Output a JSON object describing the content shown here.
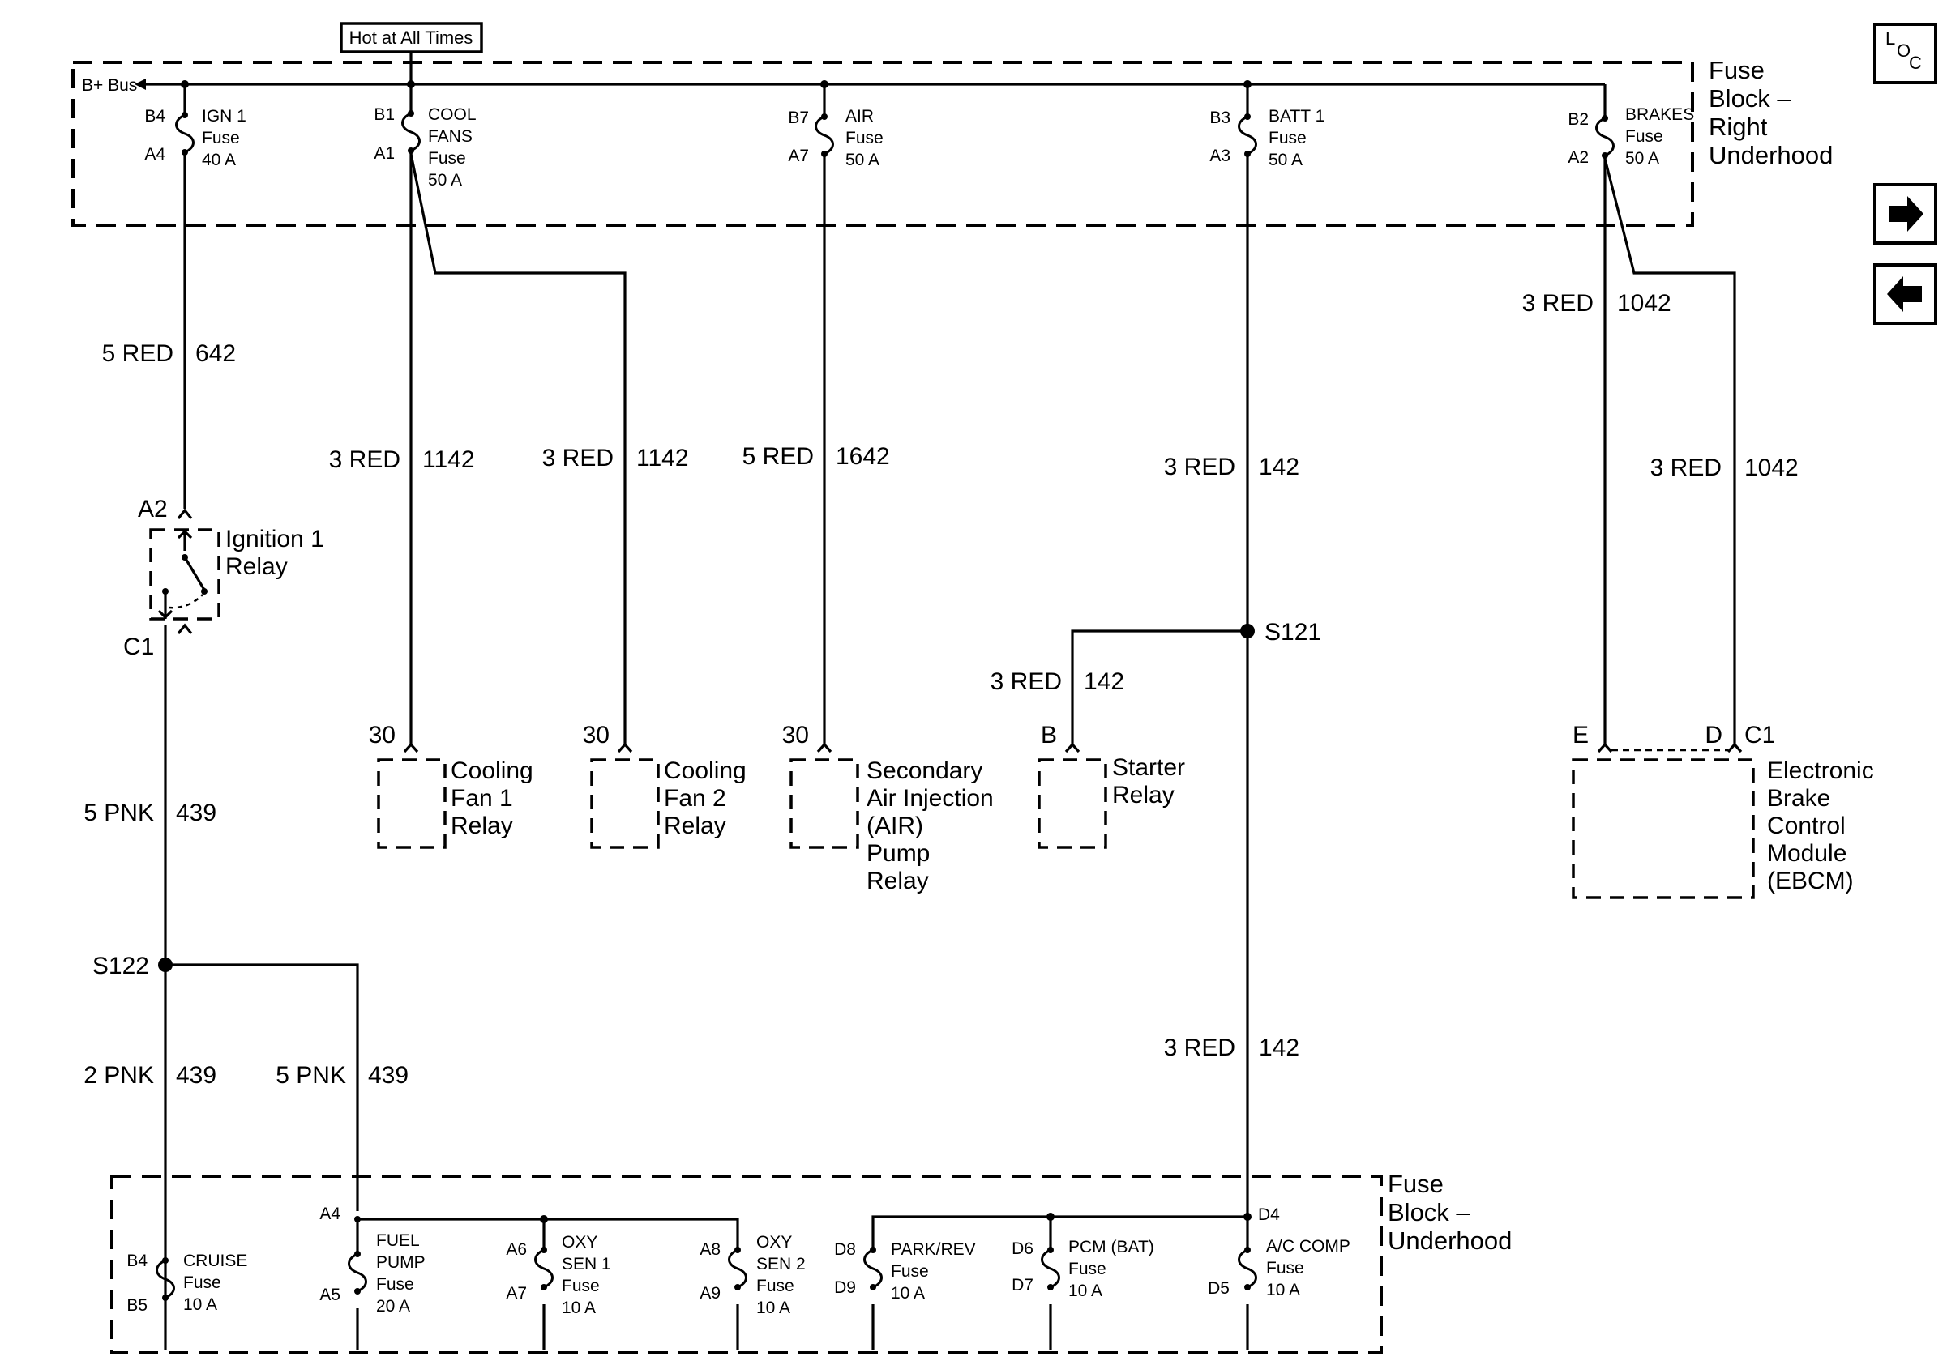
{
  "diagram": {
    "hot_label": "Hot at All Times",
    "bus_label": "B+ Bus",
    "fuse_block_right": [
      "Fuse",
      "Block –",
      "Right",
      "Underhood"
    ],
    "fuse_block_under": [
      "Fuse",
      "Block –",
      "Underhood"
    ],
    "loc_icon": {
      "l": "L",
      "o": "O",
      "c": "C"
    },
    "upper_fuses": [
      {
        "id": "ign1",
        "top_pin": "B4",
        "bottom_pin": "A4",
        "lines": [
          "IGN 1",
          "Fuse",
          "40 A"
        ]
      },
      {
        "id": "coolfans",
        "top_pin": "B1",
        "bottom_pin": "A1",
        "lines": [
          "COOL",
          "FANS",
          "Fuse",
          "50 A"
        ]
      },
      {
        "id": "air",
        "top_pin": "B7",
        "bottom_pin": "A7",
        "lines": [
          "AIR",
          "Fuse",
          "50 A"
        ]
      },
      {
        "id": "batt1",
        "top_pin": "B3",
        "bottom_pin": "A3",
        "lines": [
          "BATT 1",
          "Fuse",
          "50 A"
        ]
      },
      {
        "id": "brakes",
        "top_pin": "B2",
        "bottom_pin": "A2",
        "lines": [
          "BRAKES",
          "Fuse",
          "50 A"
        ]
      }
    ],
    "wires": {
      "w642": {
        "gauge": "5 RED",
        "circuit": "642"
      },
      "w1142a": {
        "gauge": "3 RED",
        "circuit": "1142"
      },
      "w1142b": {
        "gauge": "3 RED",
        "circuit": "1142"
      },
      "w1642": {
        "gauge": "5 RED",
        "circuit": "1642"
      },
      "w142a": {
        "gauge": "3 RED",
        "circuit": "142"
      },
      "w142b": {
        "gauge": "3 RED",
        "circuit": "142"
      },
      "w142c": {
        "gauge": "3 RED",
        "circuit": "142"
      },
      "w1042a": {
        "gauge": "3 RED",
        "circuit": "1042"
      },
      "w1042b": {
        "gauge": "3 RED",
        "circuit": "1042"
      },
      "w439a": {
        "gauge": "5 PNK",
        "circuit": "439"
      },
      "w439b": {
        "gauge": "2 PNK",
        "circuit": "439"
      },
      "w439c": {
        "gauge": "5 PNK",
        "circuit": "439"
      }
    },
    "splices": {
      "s121": "S121",
      "s122": "S122"
    },
    "ign_relay": {
      "pin_top": "A2",
      "pin_bottom": "C1",
      "lines": [
        "Ignition 1",
        "Relay"
      ]
    },
    "components": {
      "fan1": {
        "pin": "30",
        "lines": [
          "Cooling",
          "Fan 1",
          "Relay"
        ]
      },
      "fan2": {
        "pin": "30",
        "lines": [
          "Cooling",
          "Fan 2",
          "Relay"
        ]
      },
      "air_relay": {
        "pin": "30",
        "lines": [
          "Secondary",
          "Air Injection",
          "(AIR)",
          "Pump",
          "Relay"
        ]
      },
      "starter": {
        "pin": "B",
        "lines": [
          "Starter",
          "Relay"
        ]
      },
      "ebcm": {
        "pin_e": "E",
        "pin_d": "D",
        "connector": "C1",
        "lines": [
          "Electronic",
          "Brake",
          "Control",
          "Module",
          "(EBCM)"
        ]
      }
    },
    "lower_fuses": [
      {
        "id": "cruise",
        "top_pin": "B4",
        "bottom_pin": "B5",
        "lines": [
          "CRUISE",
          "Fuse",
          "10 A"
        ]
      },
      {
        "id": "fuelpump",
        "top_pin": "A4",
        "bottom_pin": "A5",
        "lines": [
          "FUEL",
          "PUMP",
          "Fuse",
          "20 A"
        ]
      },
      {
        "id": "oxy1",
        "top_pin": "A6",
        "bottom_pin": "A7",
        "lines": [
          "OXY",
          "SEN 1",
          "Fuse",
          "10 A"
        ]
      },
      {
        "id": "oxy2",
        "top_pin": "A8",
        "bottom_pin": "A9",
        "lines": [
          "OXY",
          "SEN 2",
          "Fuse",
          "10 A"
        ]
      },
      {
        "id": "parkrev",
        "top_pin": "D8",
        "bottom_pin": "D9",
        "lines": [
          "PARK/REV",
          "Fuse",
          "10 A"
        ]
      },
      {
        "id": "pcm",
        "top_pin": "D6",
        "bottom_pin": "D7",
        "lines": [
          "PCM (BAT)",
          "Fuse",
          "10 A"
        ]
      },
      {
        "id": "accomp",
        "top_pin": "D4",
        "bottom_pin": "D5",
        "lines": [
          "A/C COMP",
          "Fuse",
          "10 A"
        ]
      }
    ],
    "nav": {
      "next": "right-arrow-icon",
      "prev": "left-arrow-icon"
    }
  }
}
